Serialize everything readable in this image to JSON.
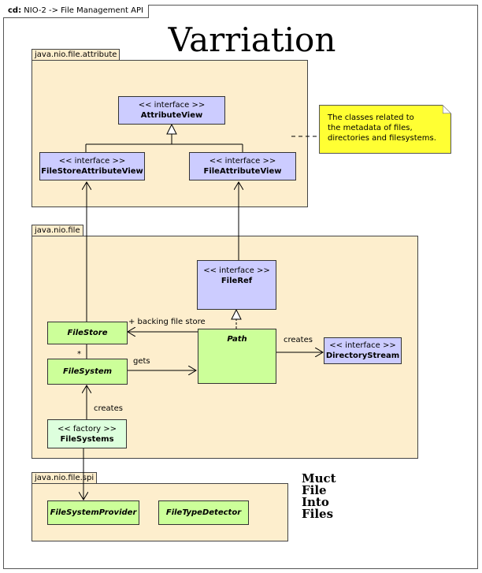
{
  "frame": {
    "prefix": "cd:",
    "title": "NIO-2 -> File Management API"
  },
  "big_title": "Varriation",
  "packages": {
    "attribute": "java.nio.file.attribute",
    "file": "java.nio.file",
    "spi": "java.nio.file.spi"
  },
  "classes": {
    "attribute_view": {
      "stereotype": "<< interface >>",
      "name": "AttributeView"
    },
    "filestore_attribute_view": {
      "stereotype": "<< interface >>",
      "name": "FileStoreAttributeView"
    },
    "file_attribute_view": {
      "stereotype": "<< interface >>",
      "name": "FileAttributeView"
    },
    "fileref": {
      "stereotype": "<< interface >>",
      "name": "FileRef"
    },
    "filestore": {
      "name": "FileStore"
    },
    "path": {
      "name": "Path"
    },
    "directory_stream": {
      "stereotype": "<< interface >>",
      "name": "DirectoryStream"
    },
    "filesystem": {
      "name": "FileSystem"
    },
    "filesystems": {
      "stereotype": "<< factory >>",
      "name": "FileSystems"
    },
    "filesystem_provider": {
      "name": "FileSystemProvider"
    },
    "filetype_detector": {
      "name": "FileTypeDetector"
    }
  },
  "note": {
    "lines": [
      "The classes related to",
      "the metadata of files,",
      "directories and filesystems."
    ]
  },
  "labels": {
    "backing_file_store": "+ backing file store",
    "multiplicity": "*",
    "gets": "gets",
    "creates_stream": "creates",
    "creates_fs": "creates"
  },
  "side_text": [
    "Muct",
    "File",
    "Into",
    "Files"
  ]
}
